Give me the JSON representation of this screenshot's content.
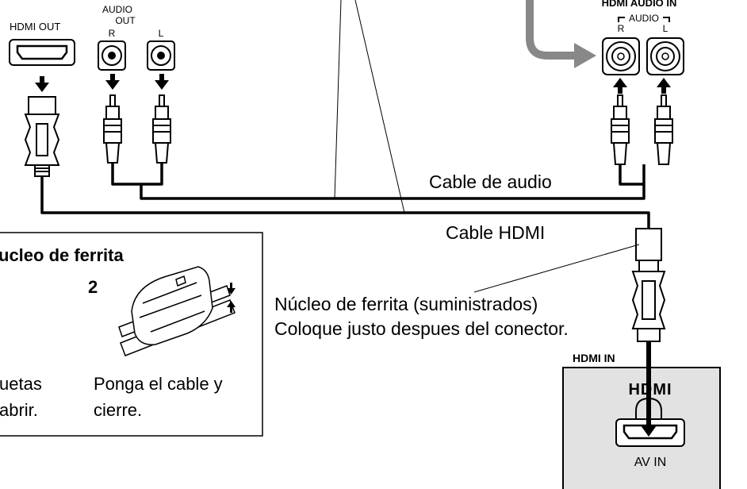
{
  "source_device": {
    "hdmi_out_label": "HDMI OUT",
    "audio_out_label_1": "AUDIO",
    "audio_out_label_2": "OUT",
    "audio_r": "R",
    "audio_l": "L"
  },
  "target_device": {
    "hdmi_audio_in_label": "HDMI AUDIO IN",
    "audio_label": "AUDIO",
    "audio_r": "R",
    "audio_l": "L"
  },
  "cables": {
    "audio_cable": "Cable de audio",
    "hdmi_cable": "Cable HDMI"
  },
  "ferrite_note": {
    "line1": "Núcleo de ferrita (suministrados)",
    "line2": "Coloque justo despues del conector."
  },
  "ferrite_box": {
    "title": "ucleo de ferrita",
    "step_number": "2",
    "left_text_1": "uetas",
    "left_text_2": "abrir.",
    "right_text_1": "Ponga el cable y",
    "right_text_2": "cierre."
  },
  "tv": {
    "hdmi_in_label": "HDMI  IN",
    "hdmi_logo": "HDMI",
    "av_in_label": "AV IN"
  }
}
